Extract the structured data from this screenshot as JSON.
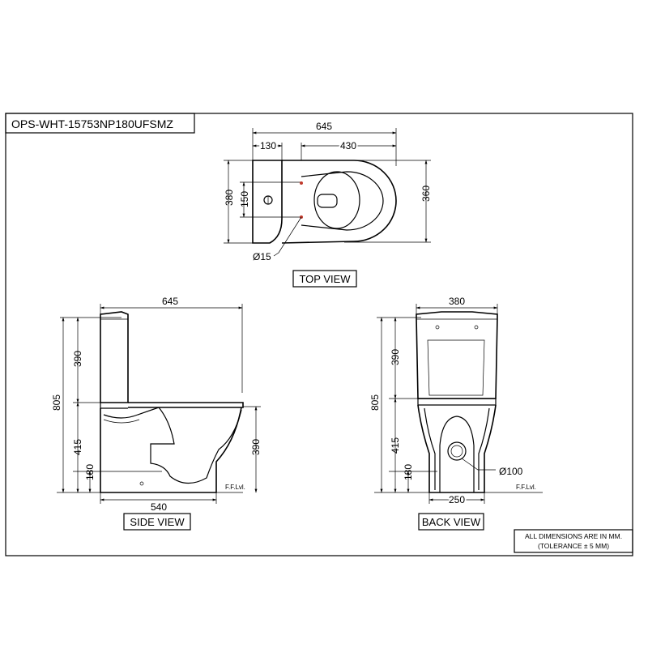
{
  "drawing": {
    "model_code": "OPS-WHT-15753NP180UFSMZ",
    "colors": {
      "line": "#000000",
      "marker": "#c0392b",
      "background": "#ffffff"
    },
    "top_view": {
      "label": "TOP VIEW",
      "dims": {
        "overall": "645",
        "tank": "130",
        "bowl": "430",
        "width_left": "380",
        "width_right": "360",
        "hole_spacing": "150",
        "hole_dia": "Ø15"
      }
    },
    "side_view": {
      "label": "SIDE VIEW",
      "dims": {
        "overall": "645",
        "height": "805",
        "tank": "390",
        "seat": "415",
        "outlet": "180",
        "bowl_height": "390",
        "base": "540"
      },
      "floor_label": "F.F.Lvl."
    },
    "back_view": {
      "label": "BACK VIEW",
      "dims": {
        "width": "380",
        "height": "805",
        "tank": "390",
        "seat": "415",
        "outlet": "180",
        "base": "250",
        "outlet_dia": "Ø100"
      },
      "floor_label": "F.F.Lvl."
    },
    "notes": {
      "line1": "ALL DIMENSIONS ARE IN MM.",
      "line2": "(TOLERANCE ± 5 MM)"
    }
  }
}
